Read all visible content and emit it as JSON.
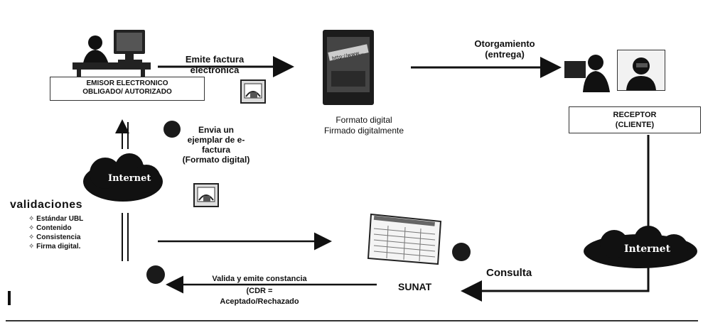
{
  "emisor": {
    "box_line1": "EMISOR ELECTRONICO",
    "box_line2": "OBLIGADO/ AUTORIZADO"
  },
  "flow_labels": {
    "emite_line1": "Emite factura",
    "emite_line2": "electrónica",
    "otorgamiento_line1": "Otorgamiento",
    "otorgamiento_line2": "(entrega)",
    "formato_line1": "Formato digital",
    "formato_line2": "Firmado digitalmente",
    "envia_line1": "Envia un",
    "envia_line2": "ejemplar de e-",
    "envia_line3": "factura",
    "envia_line4": "(Formato digital)",
    "valida_line1": "Valida y emite constancia",
    "valida_line2": "(CDR =",
    "valida_line3": "Aceptado/Rechazado",
    "consulta": "Consulta"
  },
  "receptor": {
    "line1": "RECEPTOR",
    "line2": "(CLIENTE)"
  },
  "clouds": {
    "left": "Internet",
    "right": "Internet"
  },
  "sunat": "SUNAT",
  "validaciones": {
    "title": "validaciones",
    "items": [
      "Estándar UBL",
      "Contenido",
      "Consistencia",
      "Firma digital."
    ]
  },
  "screen_text": "http://www..."
}
